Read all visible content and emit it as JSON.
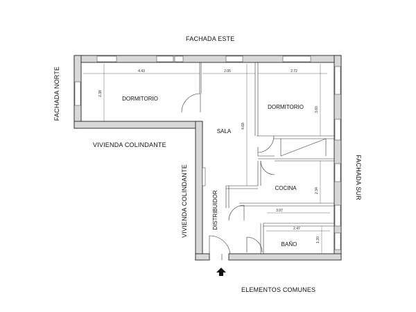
{
  "facades": {
    "east": "FACHADA ESTE",
    "north": "FACHADA NORTE",
    "south": "FACHADA SUR"
  },
  "neighbors": {
    "horizontal": "VIVIENDA COLINDANTE",
    "vertical": "VIVIENDA COLINDANTE"
  },
  "common": "ELEMENTOS COMUNES",
  "rooms": {
    "dormitorio_1": "DORMITORIO",
    "dormitorio_2": "DORMITORIO",
    "sala": "SALA",
    "cocina": "COCINA",
    "distribuidor": "DISTRIBUIDOR",
    "bano": "BAÑO"
  },
  "dimensions": {
    "d443": "4.43",
    "d205": "2.05",
    "d272": "2.72",
    "d238": "2.38",
    "d468": "4.68",
    "d360": "3.60",
    "d234": "2.34",
    "d397": "3.97",
    "d247": "2.47",
    "d120": "1.20"
  }
}
